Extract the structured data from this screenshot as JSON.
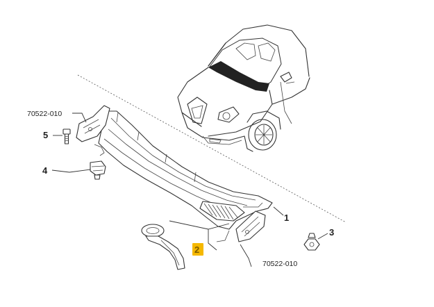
{
  "callouts": [
    {
      "id": "1",
      "label": "1",
      "highlight": false
    },
    {
      "id": "2",
      "label": "2",
      "highlight": true
    },
    {
      "id": "3",
      "label": "3",
      "highlight": false
    },
    {
      "id": "4",
      "label": "4",
      "highlight": false
    },
    {
      "id": "5",
      "label": "5",
      "highlight": false
    }
  ],
  "references": [
    {
      "id": "ref-top-left",
      "text": "70522-010"
    },
    {
      "id": "ref-bottom-right",
      "text": "70522-010"
    }
  ],
  "colors": {
    "highlight": "#f5b800",
    "line": "#333333",
    "background": "#ffffff",
    "glass": "#222222"
  }
}
